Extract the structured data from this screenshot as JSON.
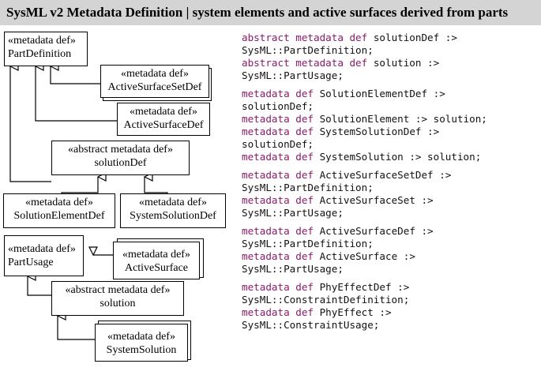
{
  "header": {
    "title": "SysML v2 Metadata Definition | system elements and active surfaces derived from parts"
  },
  "diagram": {
    "part_definition": {
      "stereo": "«metadata def»",
      "name": "PartDefinition"
    },
    "active_surface_set_def": {
      "stereo": "«metadata def»",
      "name": "ActiveSurfaceSetDef"
    },
    "active_surface_def": {
      "stereo": "«metadata def»",
      "name": "ActiveSurfaceDef"
    },
    "solution_def": {
      "stereo": "«abstract metadata def»",
      "name": "solutionDef"
    },
    "solution_element_def": {
      "stereo": "«metadata def»",
      "name": "SolutionElementDef"
    },
    "system_solution_def": {
      "stereo": "«metadata def»",
      "name": "SystemSolutionDef"
    },
    "part_usage": {
      "stereo": "«metadata def»",
      "name": "PartUsage"
    },
    "active_surface": {
      "stereo": "«metadata def»",
      "name": "ActiveSurface"
    },
    "solution": {
      "stereo": "«abstract metadata def»",
      "name": "solution"
    },
    "system_solution": {
      "stereo": "«metadata def»",
      "name": "SystemSolution"
    }
  },
  "code": {
    "blocks": [
      [
        [
          {
            "k": true,
            "t": "abstract metadata def"
          },
          {
            "k": false,
            "t": " solutionDef :>"
          }
        ],
        [
          {
            "k": false,
            "t": "SysML::PartDefinition;"
          }
        ],
        [
          {
            "k": true,
            "t": "abstract metadata def"
          },
          {
            "k": false,
            "t": " solution :>"
          }
        ],
        [
          {
            "k": false,
            "t": "SysML::PartUsage;"
          }
        ]
      ],
      [
        [
          {
            "k": true,
            "t": "metadata def"
          },
          {
            "k": false,
            "t": " SolutionElementDef :>"
          }
        ],
        [
          {
            "k": false,
            "t": "solutionDef;"
          }
        ],
        [
          {
            "k": true,
            "t": "metadata def"
          },
          {
            "k": false,
            "t": " SolutionElement :> solution;"
          }
        ],
        [
          {
            "k": true,
            "t": "metadata def"
          },
          {
            "k": false,
            "t": " SystemSolutionDef :>"
          }
        ],
        [
          {
            "k": false,
            "t": "solutionDef;"
          }
        ],
        [
          {
            "k": true,
            "t": "metadata def"
          },
          {
            "k": false,
            "t": " SystemSolution :> solution;"
          }
        ]
      ],
      [
        [
          {
            "k": true,
            "t": "metadata def"
          },
          {
            "k": false,
            "t": " ActiveSurfaceSetDef :>"
          }
        ],
        [
          {
            "k": false,
            "t": "SysML::PartDefinition;"
          }
        ],
        [
          {
            "k": true,
            "t": "metadata def"
          },
          {
            "k": false,
            "t": " ActiveSurfaceSet :>"
          }
        ],
        [
          {
            "k": false,
            "t": "SysML::PartUsage;"
          }
        ]
      ],
      [
        [
          {
            "k": true,
            "t": "metadata def"
          },
          {
            "k": false,
            "t": " ActiveSurfaceDef :>"
          }
        ],
        [
          {
            "k": false,
            "t": "SysML::PartDefinition;"
          }
        ],
        [
          {
            "k": true,
            "t": "metadata def"
          },
          {
            "k": false,
            "t": " ActiveSurface :>"
          }
        ],
        [
          {
            "k": false,
            "t": "SysML::PartUsage;"
          }
        ]
      ],
      [
        [
          {
            "k": true,
            "t": "metadata def"
          },
          {
            "k": false,
            "t": " PhyEffectDef :>"
          }
        ],
        [
          {
            "k": false,
            "t": "SysML::ConstraintDefinition;"
          }
        ],
        [
          {
            "k": true,
            "t": "metadata def"
          },
          {
            "k": false,
            "t": " PhyEffect :>"
          }
        ],
        [
          {
            "k": false,
            "t": "SysML::ConstraintUsage;"
          }
        ]
      ]
    ]
  }
}
